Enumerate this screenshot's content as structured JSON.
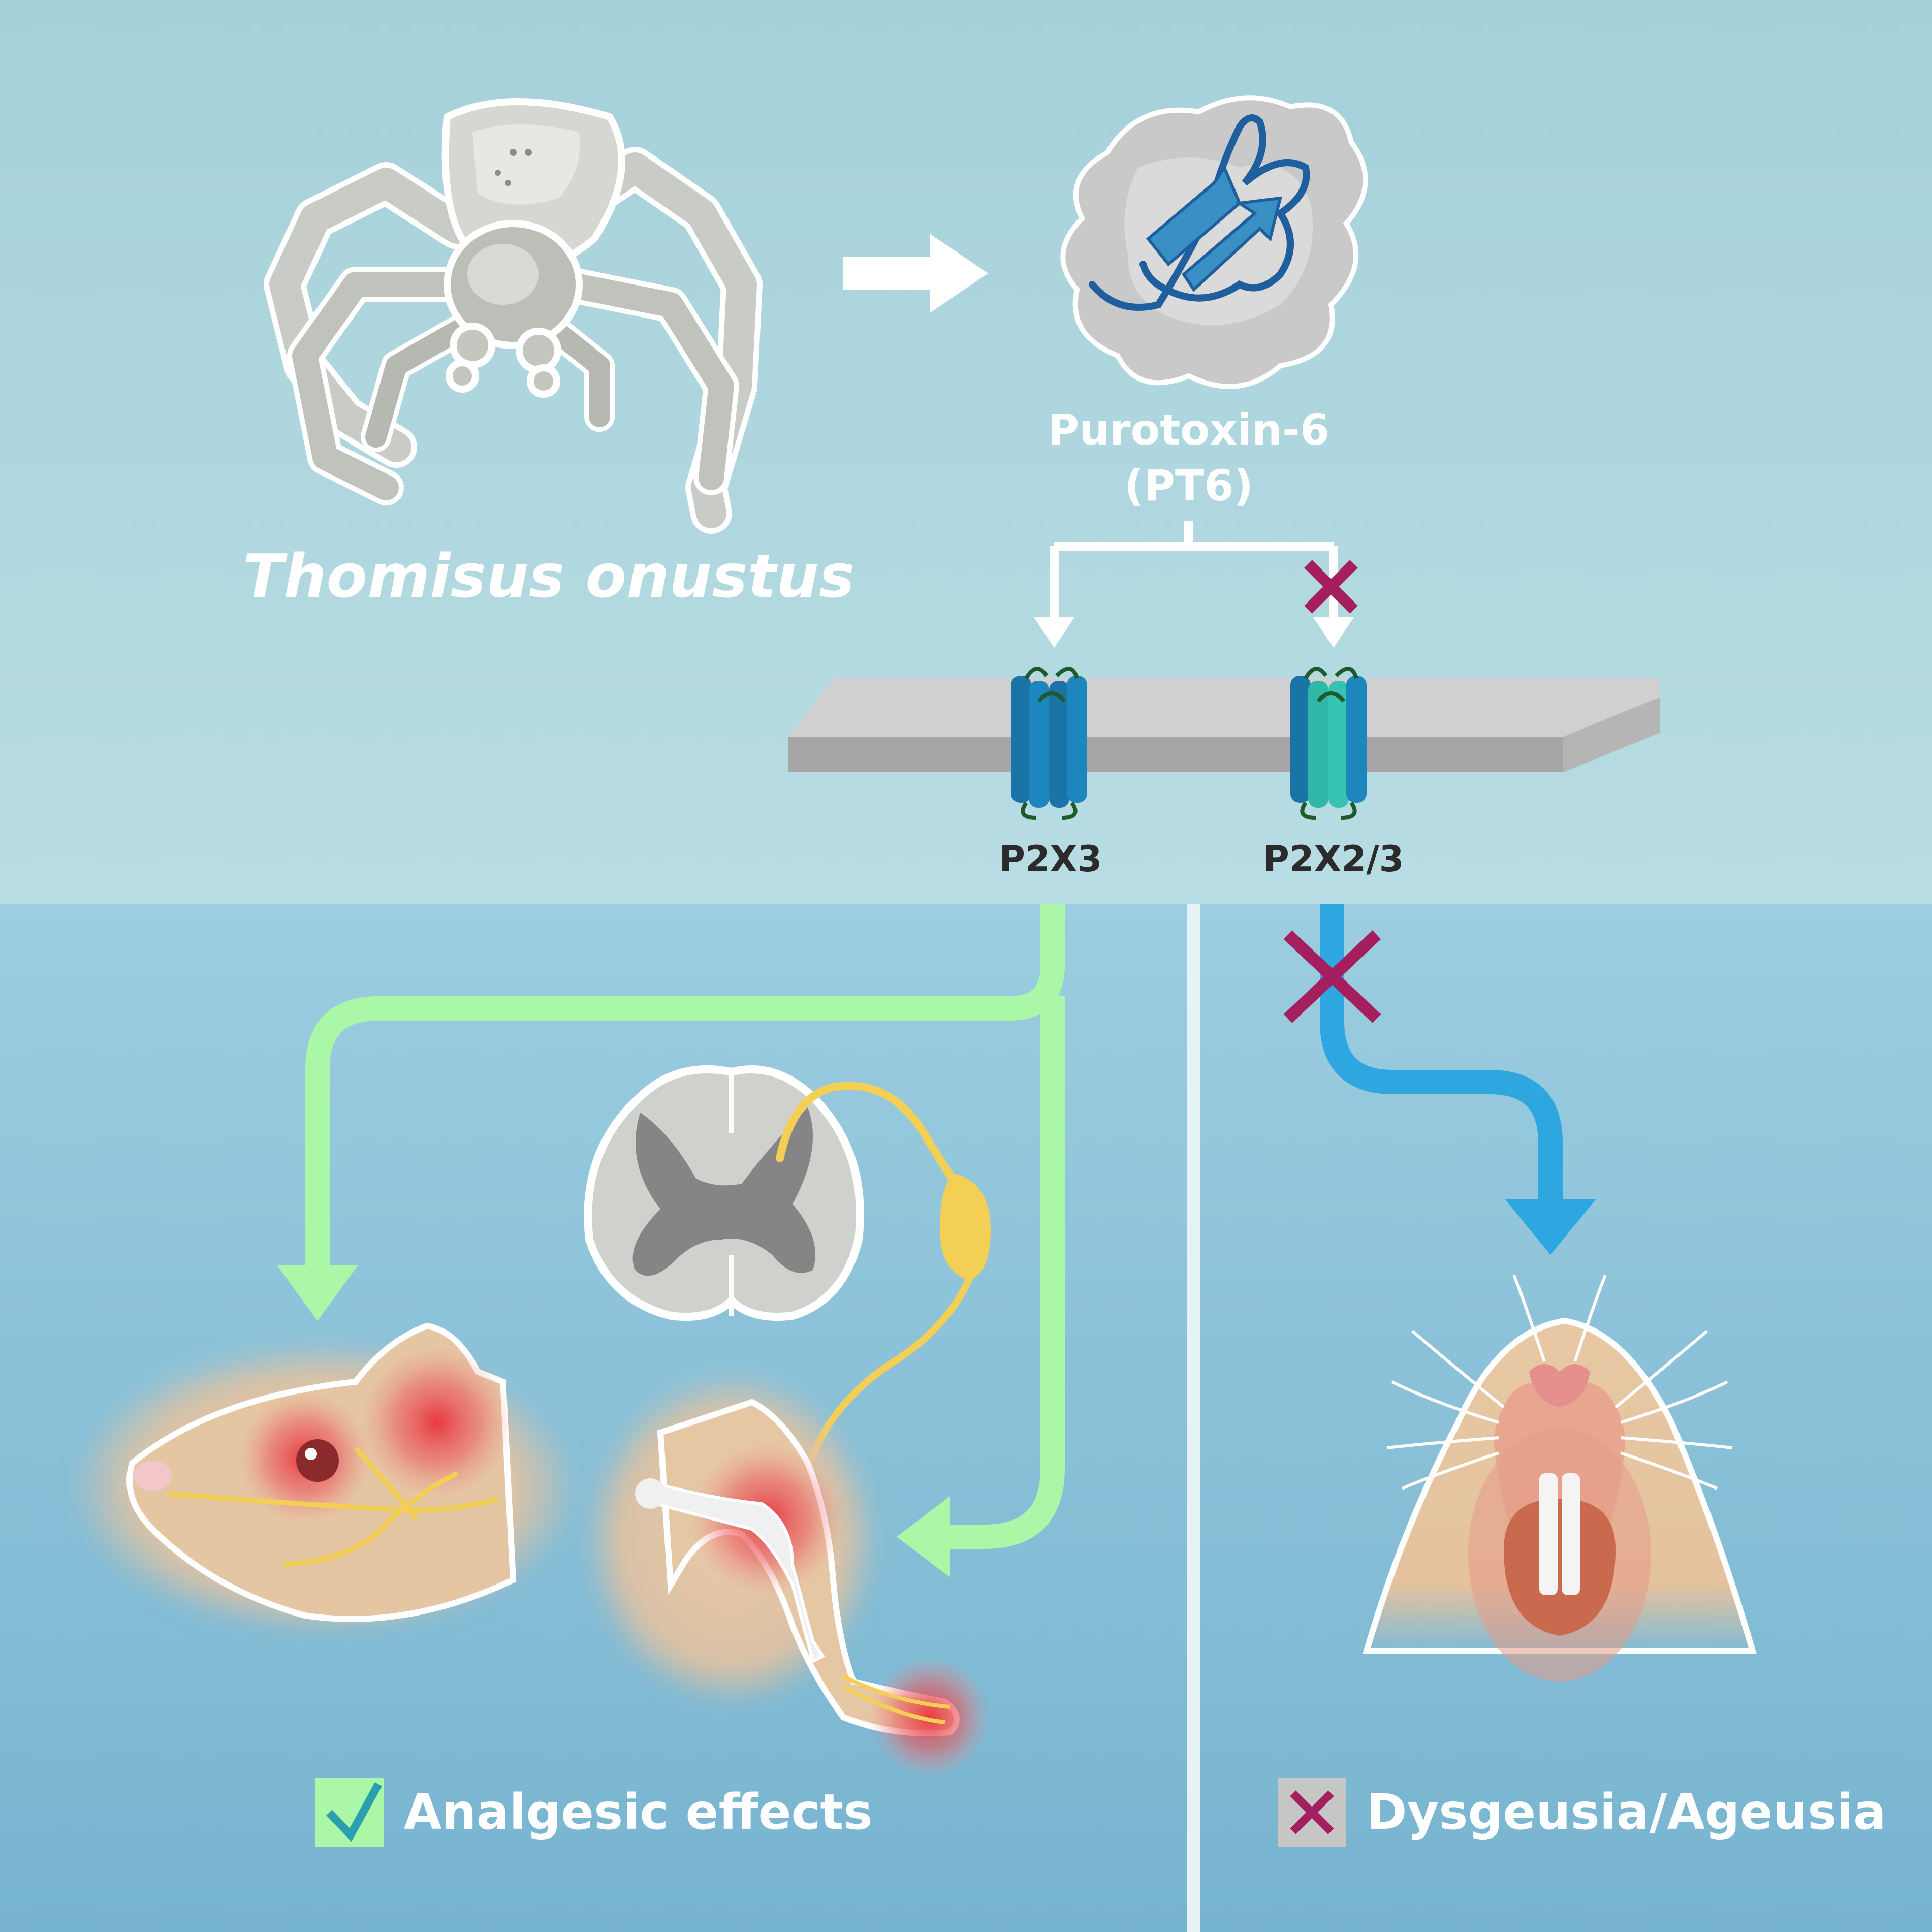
{
  "species": {
    "name": "Thomisus onustus"
  },
  "toxin": {
    "line1": "Purotoxin-6",
    "line2": "(PT6)"
  },
  "receptors": [
    {
      "label": "P2X3"
    },
    {
      "label": "P2X2/3"
    }
  ],
  "outcomes": {
    "positive": {
      "label": "Analgesic effects"
    },
    "negative": {
      "label": "Dysgeusia/Ageusia"
    }
  },
  "colors": {
    "top_panel": "#a9d4dd",
    "bottom_panel": "#8cc1d6",
    "green_path": "#aaf7a8",
    "blue_path": "#2ea6e0",
    "cross_mark": "#a51e5e",
    "receptor_p2x3": "#1b74a8",
    "receptor_p2x23": "#2fb7a8",
    "membrane": "#cfcfcf",
    "nerve": "#f3cf55",
    "pain_glow": "#e8323c"
  }
}
